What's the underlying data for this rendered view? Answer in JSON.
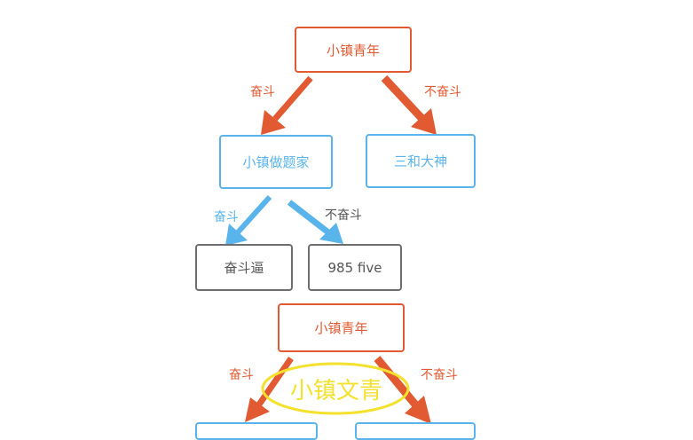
{
  "colors": {
    "orange": "#e25a32",
    "blue": "#5ab4ec",
    "gray": "#6e6e6e",
    "yellow": "#f4e12e",
    "label_gray": "#555555"
  },
  "tree1": {
    "root": "小镇青年",
    "edge_left": "奋斗",
    "edge_right": "不奋斗",
    "left_child": "小镇做题家",
    "right_child": "三和大神",
    "left_edge_left": "奋斗",
    "left_edge_right": "不奋斗",
    "leaf_left": "奋斗逼",
    "leaf_right": "985 five"
  },
  "tree2": {
    "root": "小镇青年",
    "edge_left": "奋斗",
    "edge_right": "不奋斗",
    "annotation": "小镇文青"
  }
}
